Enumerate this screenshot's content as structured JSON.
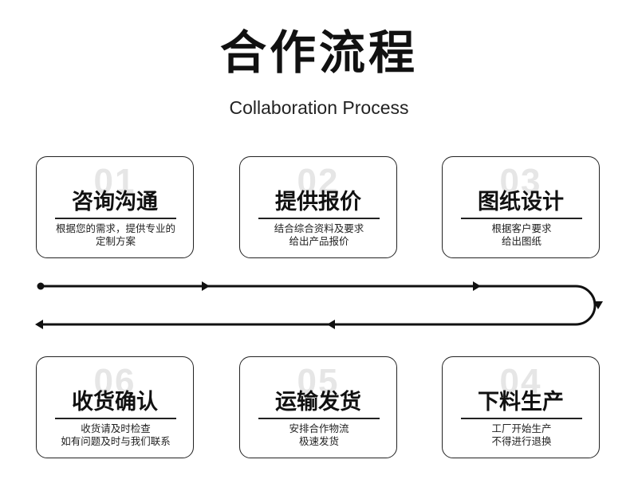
{
  "header": {
    "title": "合作流程",
    "subtitle": "Collaboration Process"
  },
  "steps": [
    {
      "num": "01",
      "title": "咨询沟通",
      "desc_line1": "根据您的需求，提供专业的",
      "desc_line2": "定制方案"
    },
    {
      "num": "02",
      "title": "提供报价",
      "desc_line1": "结合综合资料及要求",
      "desc_line2": "给出产品报价"
    },
    {
      "num": "03",
      "title": "图纸设计",
      "desc_line1": "根据客户要求",
      "desc_line2": "给出图纸"
    },
    {
      "num": "04",
      "title": "下料生产",
      "desc_line1": "工厂开始生产",
      "desc_line2": "不得进行退换"
    },
    {
      "num": "05",
      "title": "运输发货",
      "desc_line1": "安排合作物流",
      "desc_line2": "极速发货"
    },
    {
      "num": "06",
      "title": "收货确认",
      "desc_line1": "收货请及时检查",
      "desc_line2": "如有问题及时与我们联系"
    }
  ],
  "colors": {
    "line": "#111111",
    "ghost_number": "#e6e6e6",
    "border": "#222222"
  }
}
